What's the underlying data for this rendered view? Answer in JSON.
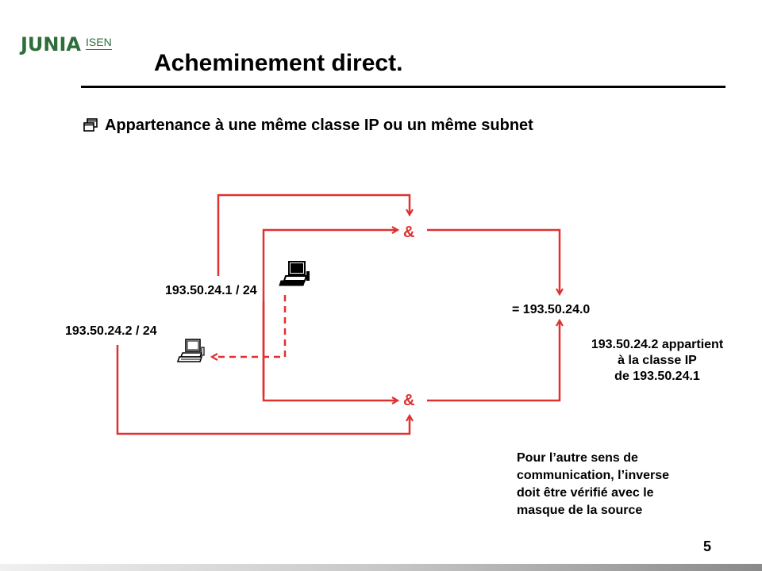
{
  "logo": {
    "main": "JUNIA",
    "sub": "ISEN"
  },
  "slide": {
    "title": "Acheminement direct.",
    "bullet": "Appartenance à une même classe IP ou un même subnet",
    "page_number": "5"
  },
  "diagram": {
    "host_a_label": "193.50.24.1 / 24",
    "host_b_label": "193.50.24.2 / 24",
    "and_top": "&",
    "and_bottom": "&",
    "result": "= 193.50.24.0",
    "conclusion": [
      "193.50.24.2 appartient",
      "à la classe IP",
      "de 193.50.24.1"
    ],
    "note": [
      "Pour l’autre sens de",
      "communication, l’inverse",
      "doit être vérifié avec le",
      "masque de la source"
    ]
  },
  "colors": {
    "arrow": "#e03030",
    "logo": "#2e6e3a"
  },
  "icons": [
    "computer-icon",
    "window-bullet-icon"
  ]
}
